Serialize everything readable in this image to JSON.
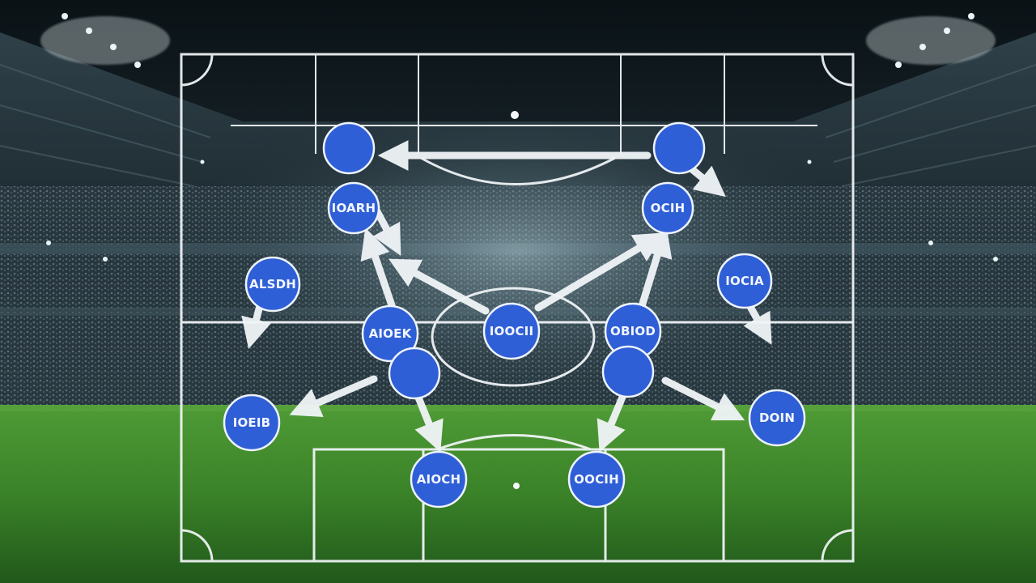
{
  "colors": {
    "player_fill": "#2f5fd6",
    "player_stroke": "#eef3ff",
    "label_text": "#f2f6ff",
    "pitch_lines": "#f4f7fa",
    "arrow": "#f1f5f8",
    "grass_top": "#3f8a2e",
    "grass_bottom": "#2a6a22",
    "stadium": "#22313a",
    "sky": "#0a1216"
  },
  "players": [
    {
      "id": "p1",
      "label": ""
    },
    {
      "id": "p2",
      "label": ""
    },
    {
      "id": "p3",
      "label": "IOARH"
    },
    {
      "id": "p4",
      "label": "OCIH"
    },
    {
      "id": "p5",
      "label": "ALSDH"
    },
    {
      "id": "p6",
      "label": "IOCIA"
    },
    {
      "id": "p7",
      "label": "AIOEK"
    },
    {
      "id": "p8",
      "label": "IOOCII"
    },
    {
      "id": "p9",
      "label": "OBIOD"
    },
    {
      "id": "p10",
      "label": ""
    },
    {
      "id": "p11",
      "label": ""
    },
    {
      "id": "p12",
      "label": "IOEIB"
    },
    {
      "id": "p13",
      "label": "DOIN"
    },
    {
      "id": "p14",
      "label": "AIOCH"
    },
    {
      "id": "p15",
      "label": "OOCIH"
    }
  ]
}
